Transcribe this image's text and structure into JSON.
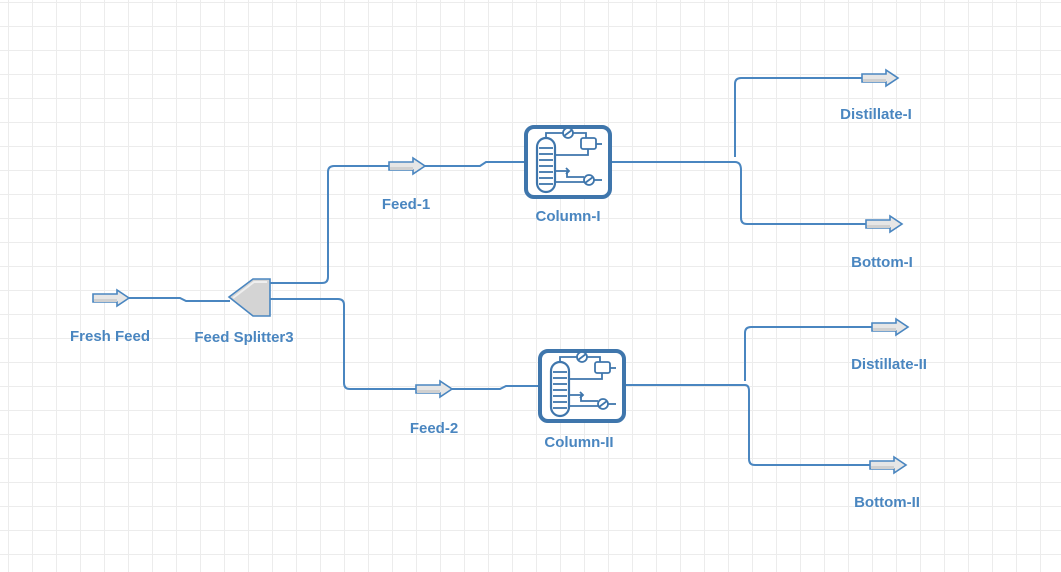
{
  "theme": {
    "stream_color": "#4a86c0",
    "label_color": "#4a86c0",
    "equipment_color": "#3f76ac",
    "grid_color": "#ececec"
  },
  "diagram": {
    "streams": {
      "fresh_feed": "Fresh Feed",
      "feed_1": "Feed-1",
      "feed_2": "Feed-2",
      "distillate_1": "Distillate-I",
      "bottom_1": "Bottom-I",
      "distillate_2": "Distillate-II",
      "bottom_2": "Bottom-II"
    },
    "units": {
      "splitter": "Feed Splitter3",
      "column_1": "Column-I",
      "column_2": "Column-II"
    }
  }
}
